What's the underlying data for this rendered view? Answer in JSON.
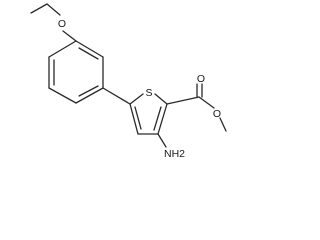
{
  "molecule": {
    "atoms": {
      "ether_oxygen": "O",
      "thiophene_sulfur": "S",
      "carbonyl_oxygen": "O",
      "ester_oxygen": "O",
      "amino_group": "NH2"
    },
    "colors": {
      "bond": "#2a2a2a",
      "label": "#1a1a1a",
      "background": "#ffffff"
    }
  }
}
